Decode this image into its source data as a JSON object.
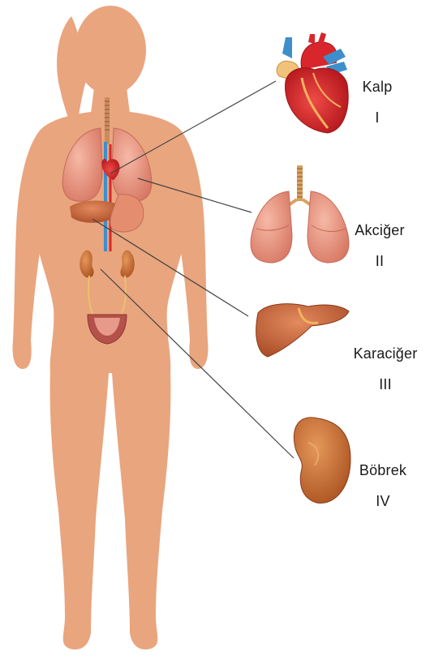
{
  "organs": [
    {
      "name": "Kalp",
      "numeral": "I"
    },
    {
      "name": "Akciğer",
      "numeral": "II"
    },
    {
      "name": "Karaciğer",
      "numeral": "III"
    },
    {
      "name": "Böbrek",
      "numeral": "IV"
    }
  ],
  "colors": {
    "skin": "#E9A57E",
    "organ_lung": "#E98F78",
    "organ_liver": "#C9673F",
    "heart_red": "#D9262C",
    "vessel_blue": "#3C8FCB",
    "kidney": "#C96E35",
    "leader_line": "#444444"
  }
}
